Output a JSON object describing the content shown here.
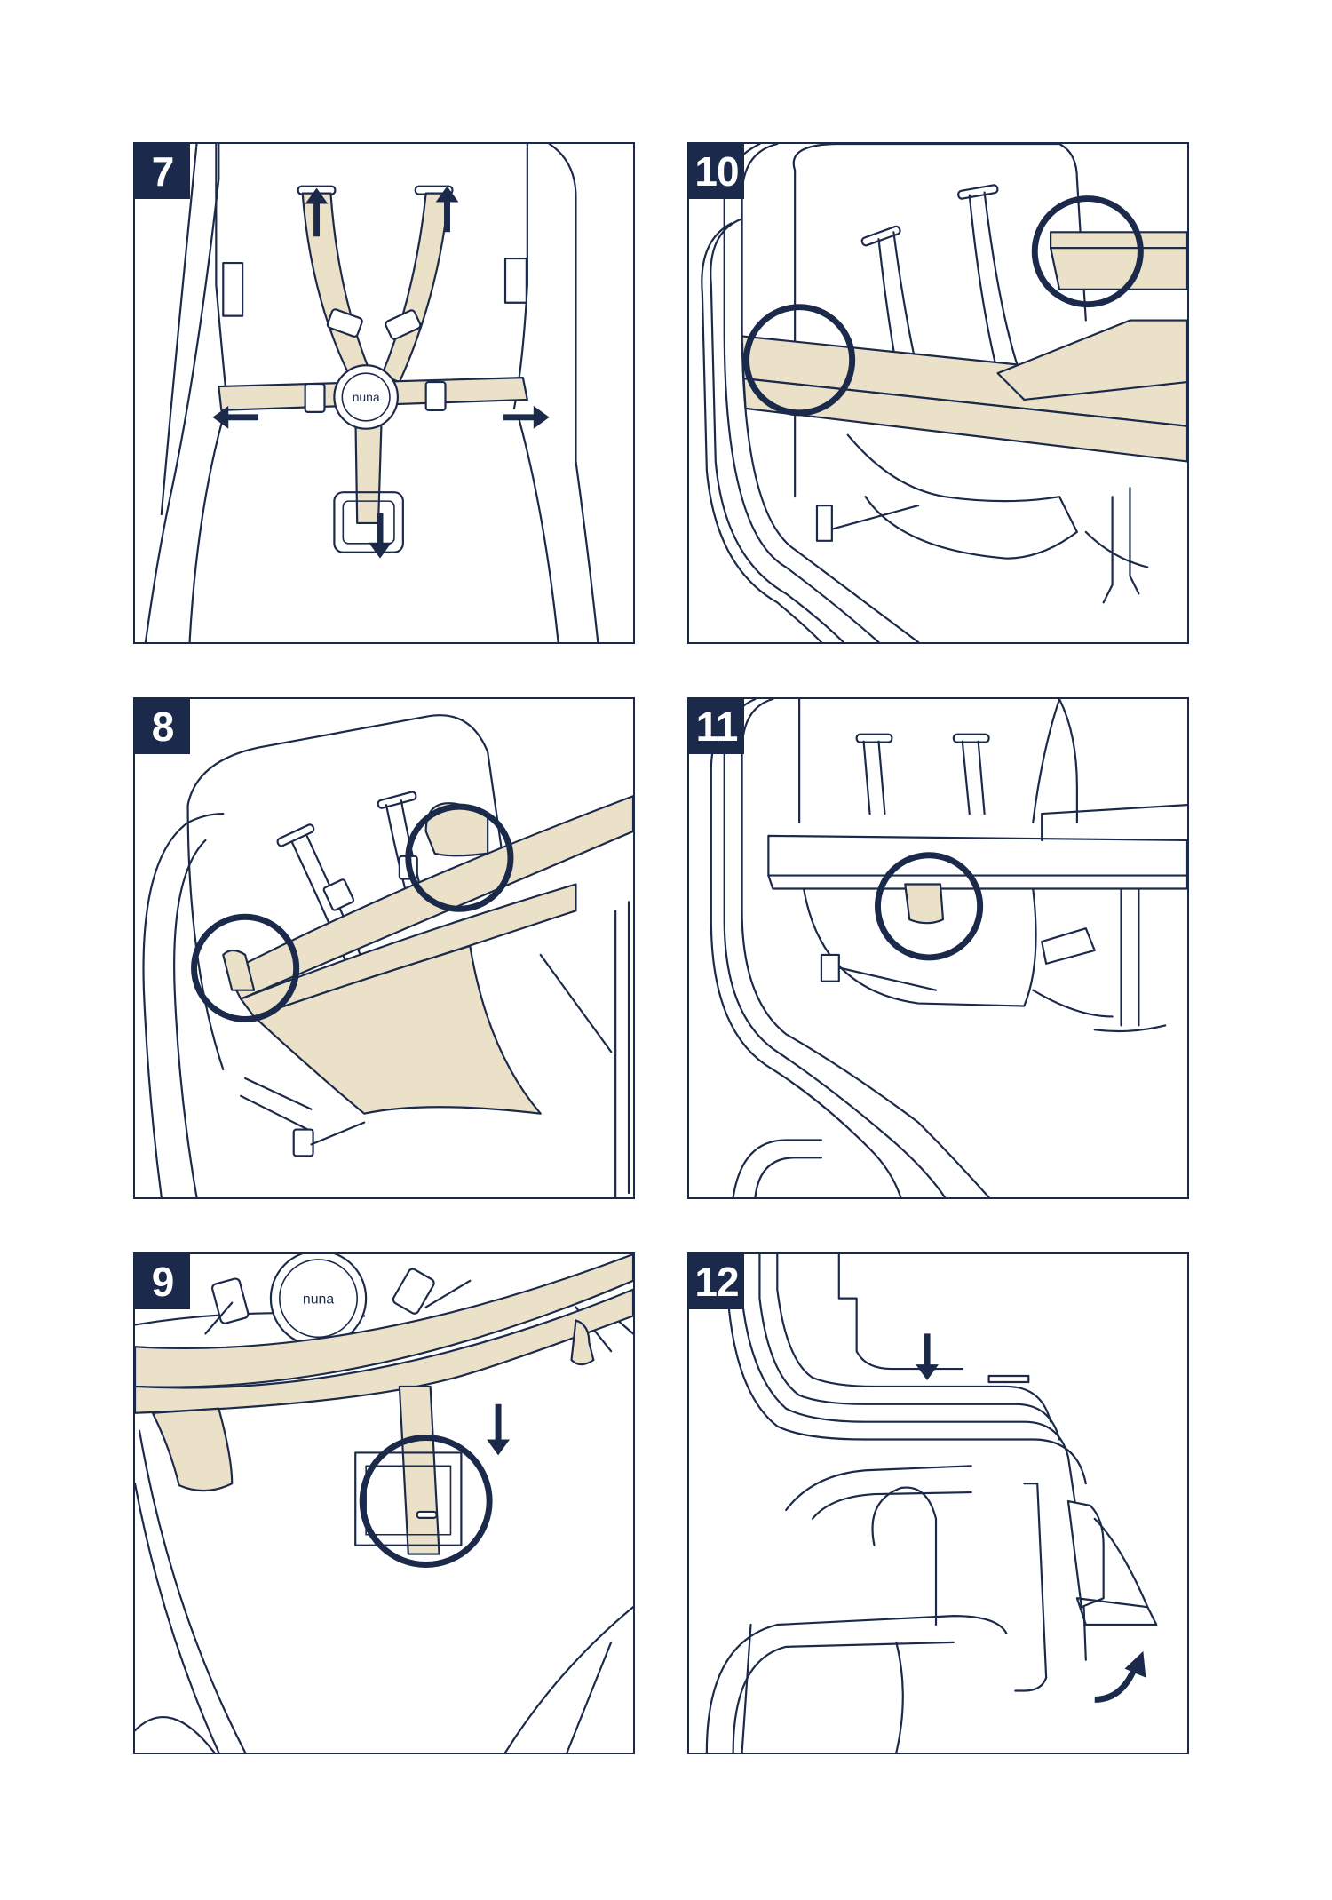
{
  "steps": [
    {
      "number": "7"
    },
    {
      "number": "10"
    },
    {
      "number": "8"
    },
    {
      "number": "11"
    },
    {
      "number": "9"
    },
    {
      "number": "12"
    }
  ],
  "brand": {
    "logo_text": "nuna"
  },
  "colors": {
    "outline": "#1b2a4a",
    "highlight_fill": "#ebe1c8",
    "background": "#ffffff"
  }
}
